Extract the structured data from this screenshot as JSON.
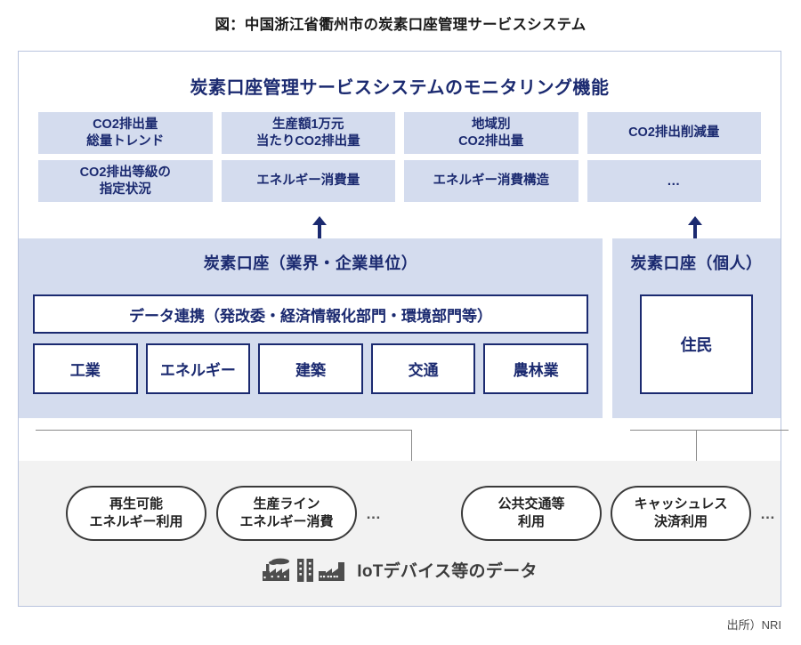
{
  "figure": {
    "title": "図：中国浙江省衢州市の炭素口座管理サービスシステム",
    "source": "出所）NRI"
  },
  "monitoring": {
    "title": "炭素口座管理サービスシステムのモニタリング機能",
    "cells": [
      {
        "line1": "CO2排出量",
        "line2": "総量トレンド"
      },
      {
        "line1": "生産額1万元",
        "line2": "当たりCO2排出量"
      },
      {
        "line1": "地域別",
        "line2": "CO2排出量"
      },
      {
        "line1": "CO2排出削減量",
        "line2": ""
      },
      {
        "line1": "CO2排出等級の",
        "line2": "指定状況"
      },
      {
        "line1": "エネルギー消費量",
        "line2": ""
      },
      {
        "line1": "エネルギー消費構造",
        "line2": ""
      },
      {
        "line1": "…",
        "line2": ""
      }
    ]
  },
  "business_account": {
    "title": "炭素口座（業界・企業単位）",
    "data_link": "データ連携（発改委・経済情報化部門・環境部門等）",
    "sectors": [
      {
        "label": "工業"
      },
      {
        "label": "エネルギー"
      },
      {
        "label": "建築"
      },
      {
        "label": "交通"
      },
      {
        "label": "農林業"
      }
    ]
  },
  "individual_account": {
    "title": "炭素口座（個人）",
    "resident": "住民"
  },
  "iot": {
    "nodes": [
      {
        "line1": "再生可能",
        "line2": "エネルギー利用"
      },
      {
        "line1": "生産ライン",
        "line2": "エネルギー消費"
      },
      {
        "line1": "公共交通等",
        "line2": "利用"
      },
      {
        "line1": "キャッシュレス",
        "line2": "決済利用"
      }
    ],
    "dots_left": "…",
    "dots_right": "…",
    "label": "IoTデバイス等のデータ",
    "icons": [
      "factory-smoke-icon",
      "buildings-icon",
      "factory-icon"
    ]
  },
  "colors": {
    "panel_fill": "#d4dcee",
    "navy": "#1b2a70",
    "grey_panel": "#f2f2f2",
    "connector": "#8a8a8a"
  }
}
